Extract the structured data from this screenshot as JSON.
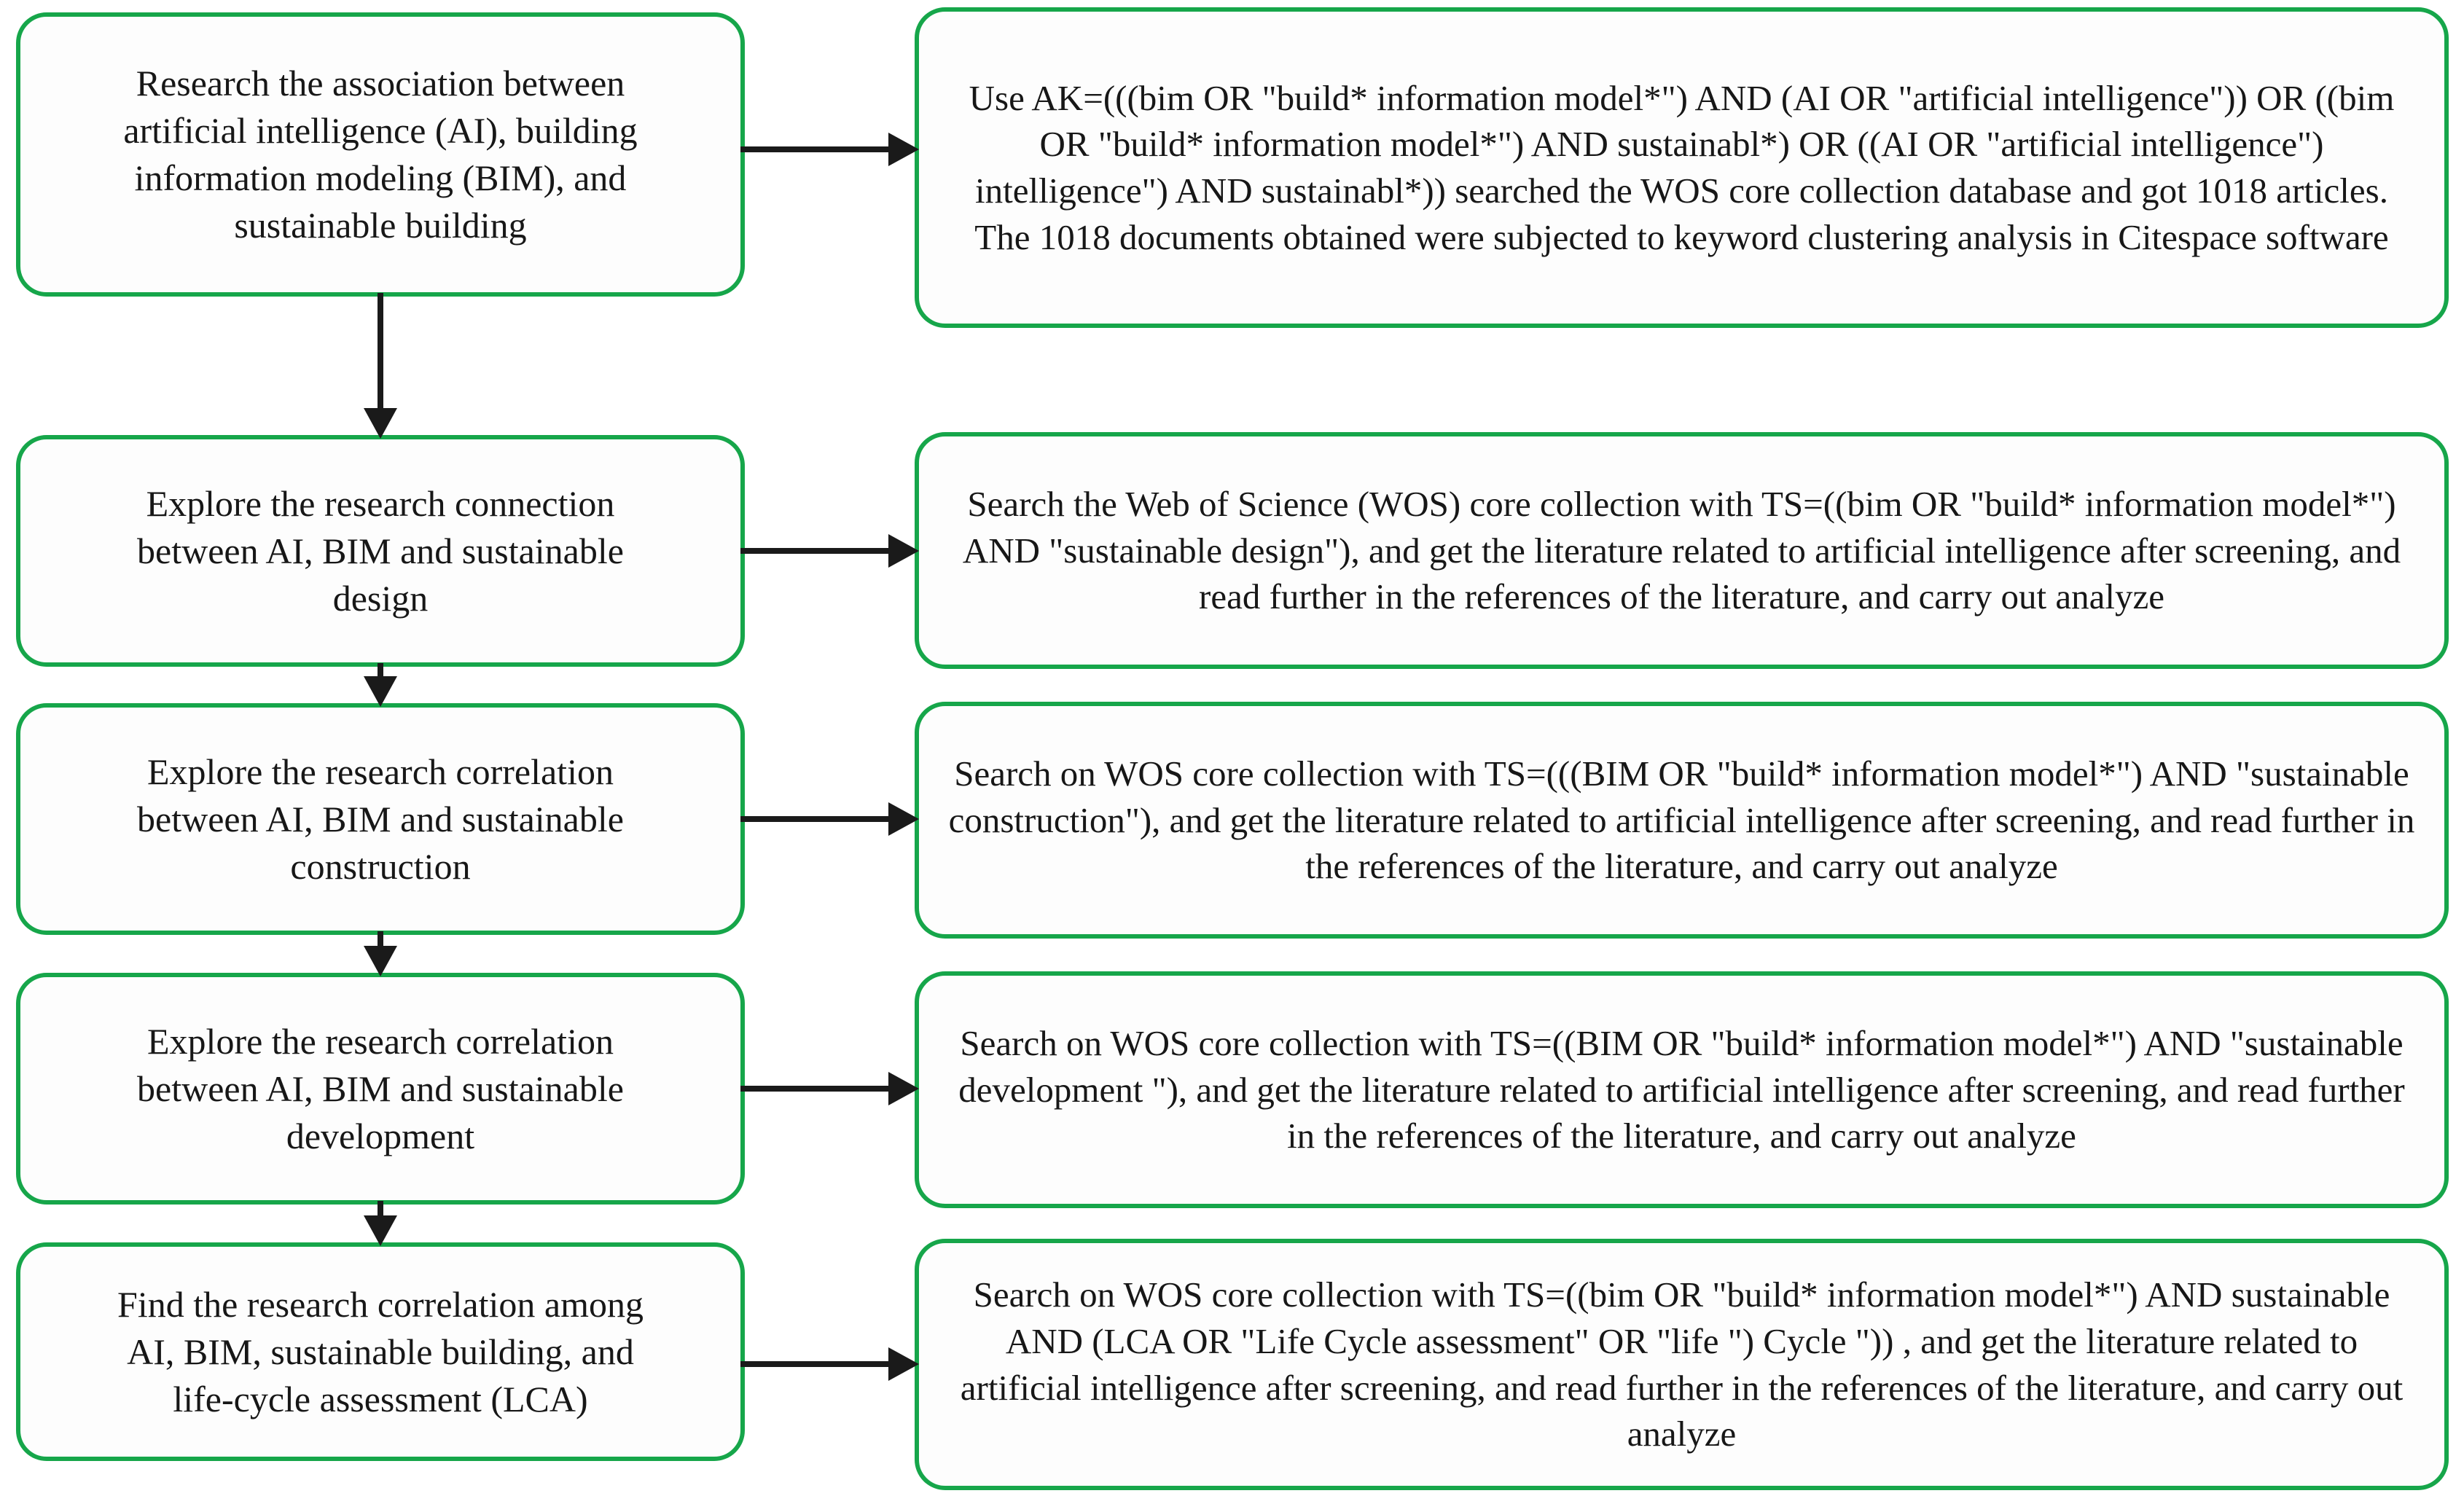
{
  "diagram": {
    "type": "flowchart",
    "accent_color": "#16a64a",
    "arrow_color": "#1a1a1a",
    "background_color": "#ffffff",
    "rows": [
      {
        "stage": "Research the association between\nartificial intelligence (AI), building\ninformation modeling (BIM), and\nsustainable building",
        "detail": "Use AK=(((bim OR \"build* information model*\") AND (AI OR \"artificial intelligence\")) OR ((bim OR \"build* information model*\") AND sustainabl*) OR ((AI OR \"artificial intelligence\") intelligence\") AND sustainabl*)) searched the WOS core  collection database and got 1018 articles. The 1018 documents obtained were subjected to keyword clustering analysis in Citespace software"
      },
      {
        "stage": "Explore the research connection\nbetween AI, BIM and sustainable\ndesign",
        "detail": "Search the Web of Science (WOS) core  collection with TS=((bim OR \"build* information model*\") AND \"sustainable design\"), and get the literature related to artificial intelligence after screening, and read further in the references of the literature, and carry out analyze"
      },
      {
        "stage": "Explore the research correlation\nbetween AI, BIM and sustainable\nconstruction",
        "detail": "Search on WOS core  collection with TS=(((BIM OR \"build* information model*\") AND \"sustainable construction\"),  and get the literature related to artificial intelligence after screening, and read further in the references of the literature, and carry out analyze"
      },
      {
        "stage": "Explore the research correlation\nbetween AI, BIM and sustainable\ndevelopment",
        "detail": "Search on WOS core  collection with TS=((BIM OR \"build* information model*\") AND \"sustainable development \"), and get the literature related to artificial intelligence after screening, and read further in the references of the literature, and carry out analyze"
      },
      {
        "stage": "Find the research correlation among\nAI, BIM, sustainable building, and\nlife-cycle assessment (LCA)",
        "detail": "Search on WOS core  collection with TS=((bim OR \"build* information model*\") AND sustainable AND (LCA OR \"Life Cycle assessment\" OR \"life \") Cycle \")) , and get the literature related to artificial intelligence after screening, and read further in the references of the literature, and carry out analyze"
      }
    ]
  }
}
